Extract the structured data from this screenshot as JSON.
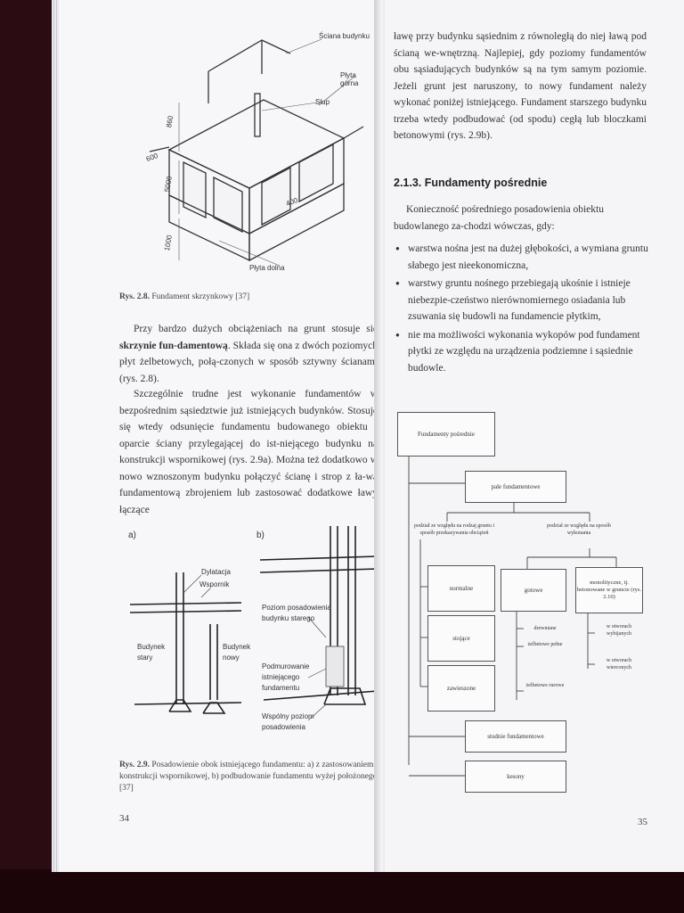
{
  "left_page": {
    "fig28_labels": {
      "sciana": "Ściana budynku",
      "plyta_gorna": "Płyta górna",
      "slup": "Słup",
      "plyta_dolna": "Płyta dolna",
      "d860": "860",
      "d600": "600",
      "d5000": "5000",
      "d400": "400",
      "d1000": "1000"
    },
    "fig28_caption_label": "Rys. 2.8.",
    "fig28_caption_text": "Fundament skrzynkowy [37]",
    "para1_a": "Przy bardzo dużych obciążeniach na grunt stosuje się ",
    "para1_bold": "skrzynie fun-damentową",
    "para1_b": ". Składa się ona z dwóch poziomych płyt żelbetowych, połą-czonych w sposób sztywny ścianami (rys. 2.8).",
    "para2": "Szczególnie trudne jest wykonanie fundamentów w bezpośrednim sąsiedztwie już istniejących budynków. Stosuje się wtedy odsunięcie fundamentu budowanego obiektu i oparcie ściany przylegającej do ist-niejącego budynku na konstrukcji wspornikowej (rys. 2.9a). Można też dodatkowo w nowo wznoszonym budynku połączyć ścianę i strop z ła-wą fundamentową zbrojeniem lub zastosować dodatkowe ławy łączące",
    "fig29_a": "a)",
    "fig29_b": "b)",
    "fig29_labels": {
      "dylatacja": "Dylatacja",
      "wspornik": "Wspornik",
      "budynek_stary": "Budynek stary",
      "budynek_nowy": "Budynek nowy",
      "poziom_starego": "Poziom posadowienia budynku starego",
      "podmurowanie": "Podmurowanie istniejącego fundamentu",
      "wspolny": "Wspólny poziom posadowienia"
    },
    "fig29_caption_label": "Rys. 2.9.",
    "fig29_caption_text": "Posadowienie obok istniejącego fundamentu: a) z zastosowaniem konstrukcji wspornikowej, b) podbudowanie fundamentu wyżej położonego [37]",
    "page_number": "34"
  },
  "right_page": {
    "para_top": "ławę przy budynku sąsiednim z równoległą do niej ławą pod ścianą we-wnętrzną. Najlepiej, gdy poziomy fundamentów obu sąsiadujących budynków są na tym samym poziomie. Jeżeli grunt jest naruszony, to nowy fundament należy wykonać poniżej istniejącego. Fundament starszego budynku trzeba wtedy podbudować (od spodu) cegłą lub bloczkami betonowymi (rys. 2.9b).",
    "heading": "2.1.3. Fundamenty pośrednie",
    "intro": "Konieczność pośredniego posadowienia obiektu budowlanego za-chodzi wówczas, gdy:",
    "bullets": [
      "warstwa nośna jest na dużej głębokości, a wymiana gruntu słabego jest nieekonomiczna,",
      "warstwy gruntu nośnego przebiegają ukośnie i istnieje niebezpie-czeństwo nierównomiernego osiadania lub zsuwania się budowli na fundamencie płytkim,",
      "nie ma możliwości wykonania wykopów pod fundament płytki ze względu na urządzenia podziemne i sąsiednie budowle."
    ],
    "chart": {
      "root": "Fundamenty pośrednie",
      "pale": "pale fundamentowe",
      "podzial1": "podział ze względu na rodzaj gruntu i sposób przekazywania obciążeń",
      "podzial2": "podział ze względu na sposób wykonania",
      "normalne": "normalne",
      "stojace": "stojące",
      "zawieszone": "zawieszone",
      "gotowe": "gotowe",
      "monolityczne": "monolityczne, tj. betonowane w gruncie (rys. 2.10)",
      "drewniane": "drewniane",
      "zelbetowe_pelne": "żelbetowe pełne",
      "zelbetowe_rurowe": "żelbetowe rurowe",
      "otwory_wybijanych": "w otworach wybijanych",
      "otwory_wierconych": "w otworach wierconych",
      "studnie": "studnie fundamentowe",
      "kesony": "kesony"
    },
    "page_number": "35"
  }
}
